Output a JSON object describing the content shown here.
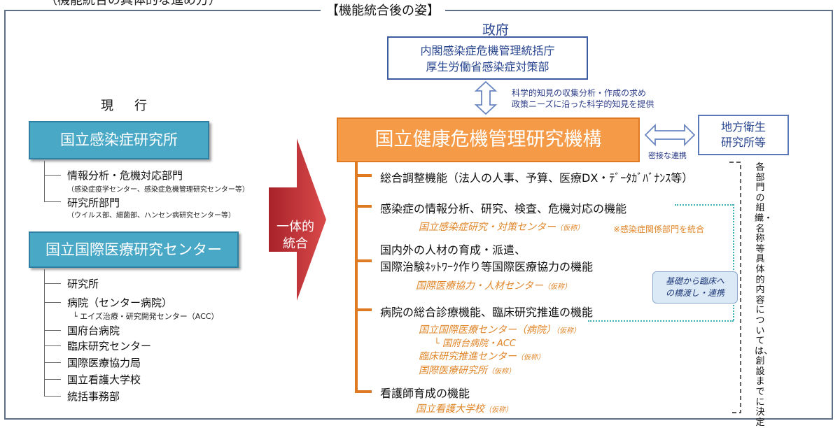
{
  "header": {
    "top_cut": "（機能統合の具体的な進め方）",
    "frame_title": "【機能統合後の姿】"
  },
  "government": {
    "label": "政府",
    "lines": [
      "内閣感染症危機管理統括庁",
      "厚生労働省感染症対策部"
    ]
  },
  "link": {
    "lines": [
      "科学的知見の収集分析・作成の求め",
      "政策ニーズに沿った科学的知見を提供"
    ],
    "close_link": "密接な連携"
  },
  "main_org": "国立健康危機管理研究機構",
  "local": {
    "lines": [
      "地方衛生",
      "研究所等"
    ]
  },
  "current": {
    "heading": "現　行",
    "niid": {
      "name": "国立感染症研究所",
      "items": [
        {
          "label": "情報分析・危機対応部門",
          "sub": "（感染症疫学センター、感染症危機管理研究センター等）"
        },
        {
          "label": "研究所部門",
          "sub": "（ウイルス部、細菌部、ハンセン病研究センター等）"
        }
      ]
    },
    "ncgm": {
      "name": "国立国際医療研究センター",
      "items": [
        "研究所",
        "病院（センター病院）",
        "国府台病院",
        "臨床研究センター",
        "国際医療協力局",
        "国立看護大学校",
        "統括事務部"
      ],
      "hospital_sub": "└ エイズ治療・研究開発センター（ACC）"
    }
  },
  "merge_arrow": {
    "lines": [
      "一体的",
      "統合"
    ]
  },
  "functions": [
    {
      "title": "総合調整機能（法人の人事、予算、医療DX・ﾃﾞｰﾀｶﾞﾊﾞﾅﾝｽ等）"
    },
    {
      "title": "感染症の情報分析、研究、検査、危機対応の機能",
      "org": "国立感染症研究・対策センター",
      "org_tag": "（仮称）",
      "note": "※感染症関係部門を統合"
    },
    {
      "title_lines": [
        "国内外の人材の育成・派遣、",
        "国際治験ﾈｯﾄﾜｰｸ作り等国際医療協力の機能"
      ],
      "org": "国際医療協力・人材センター",
      "org_tag": "（仮称）"
    },
    {
      "title": "病院の総合診療機能、臨床研究推進の機能",
      "orgs": [
        {
          "name": "国立国際医療センター（病院）",
          "tag": "（仮称）"
        },
        {
          "name": "└ 国府台病院・ACC",
          "tag": ""
        },
        {
          "name": "臨床研究推進センター",
          "tag": "（仮称）"
        },
        {
          "name": "国際医療研究所",
          "tag": "（仮称）"
        }
      ]
    },
    {
      "title": "看護師育成の機能",
      "org": "国立看護大学校",
      "org_tag": "（仮称）"
    }
  ],
  "bridge": {
    "lines": [
      "基礎から臨床へ",
      "の橋渡し・連携"
    ]
  },
  "side_note": "各部門の組織・名称等具体的内容については、創設までに決定",
  "colors": {
    "teal": "#4aa8c7",
    "orange": "#f59a46",
    "navy": "#28458f",
    "red_arrow": "#c0333a"
  }
}
